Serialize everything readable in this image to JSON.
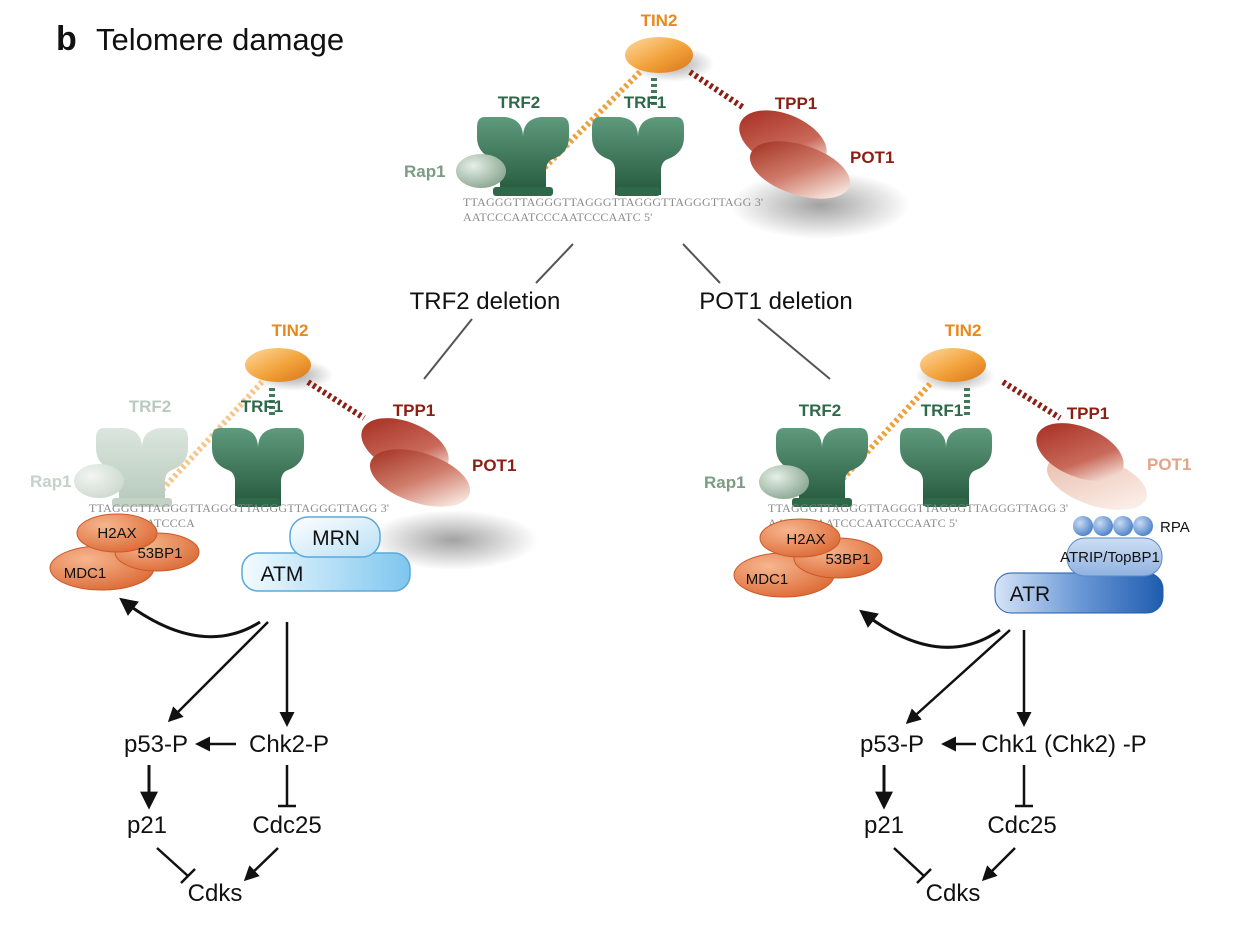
{
  "panel": {
    "letter": "b",
    "title": "Telomere damage"
  },
  "colors": {
    "tin2": "#e8891d",
    "trf": "#2e6a4a",
    "trf_faded": "#b9cbbe",
    "rap1": "#7d9c84",
    "tpp1": "#8c1f14",
    "pot1_faded": "#dfa68c",
    "damage_foci": "#e27a46",
    "atm": "#9fd3f0",
    "atr": "#2f6fbf",
    "rpa": "#4b86d0"
  },
  "top": {
    "tin2": "TIN2",
    "trf2": "TRF2",
    "trf1": "TRF1",
    "tpp1": "TPP1",
    "pot1": "POT1",
    "rap1": "Rap1",
    "dna_top": "TTAGGGTTAGGGTTAGGGTTAGGGTTAGGGTTAGG 3'",
    "dna_bottom": "AATCCCAATCCCAATCCCAATC 5'"
  },
  "branches": {
    "left": "TRF2 deletion",
    "right": "POT1 deletion"
  },
  "left": {
    "tin2": "TIN2",
    "trf2": "TRF2",
    "trf1": "TRF1",
    "tpp1": "TPP1",
    "pot1": "POT1",
    "rap1": "Rap1",
    "dna_top": "TTAGGGTTAGGGTTAGGGTTAGGGTTAGGGTTAGG 3'",
    "dna_bottom": "AATCCCAATCCCA",
    "h2ax": "H2AX",
    "bp53": "53BP1",
    "mdc1": "MDC1",
    "mrn": "MRN",
    "kinase": "ATM",
    "p53": "p53-P",
    "chk": "Chk2-P",
    "p21": "p21",
    "cdc25": "Cdc25",
    "cdks": "Cdks"
  },
  "right": {
    "tin2": "TIN2",
    "trf2": "TRF2",
    "trf1": "TRF1",
    "tpp1": "TPP1",
    "pot1": "POT1",
    "rap1": "Rap1",
    "dna_top": "TTAGGGTTAGGGTTAGGGTTAGGGTTAGGGTTAGG 3'",
    "dna_bottom": "AATCCCAATCCCAATCCCAATC 5'",
    "h2ax": "H2AX",
    "bp53": "53BP1",
    "mdc1": "MDC1",
    "rpa": "RPA",
    "atrip": "ATRIP/TopBP1",
    "kinase": "ATR",
    "p53": "p53-P",
    "chk": "Chk1 (Chk2) -P",
    "p21": "p21",
    "cdc25": "Cdc25",
    "cdks": "Cdks"
  }
}
